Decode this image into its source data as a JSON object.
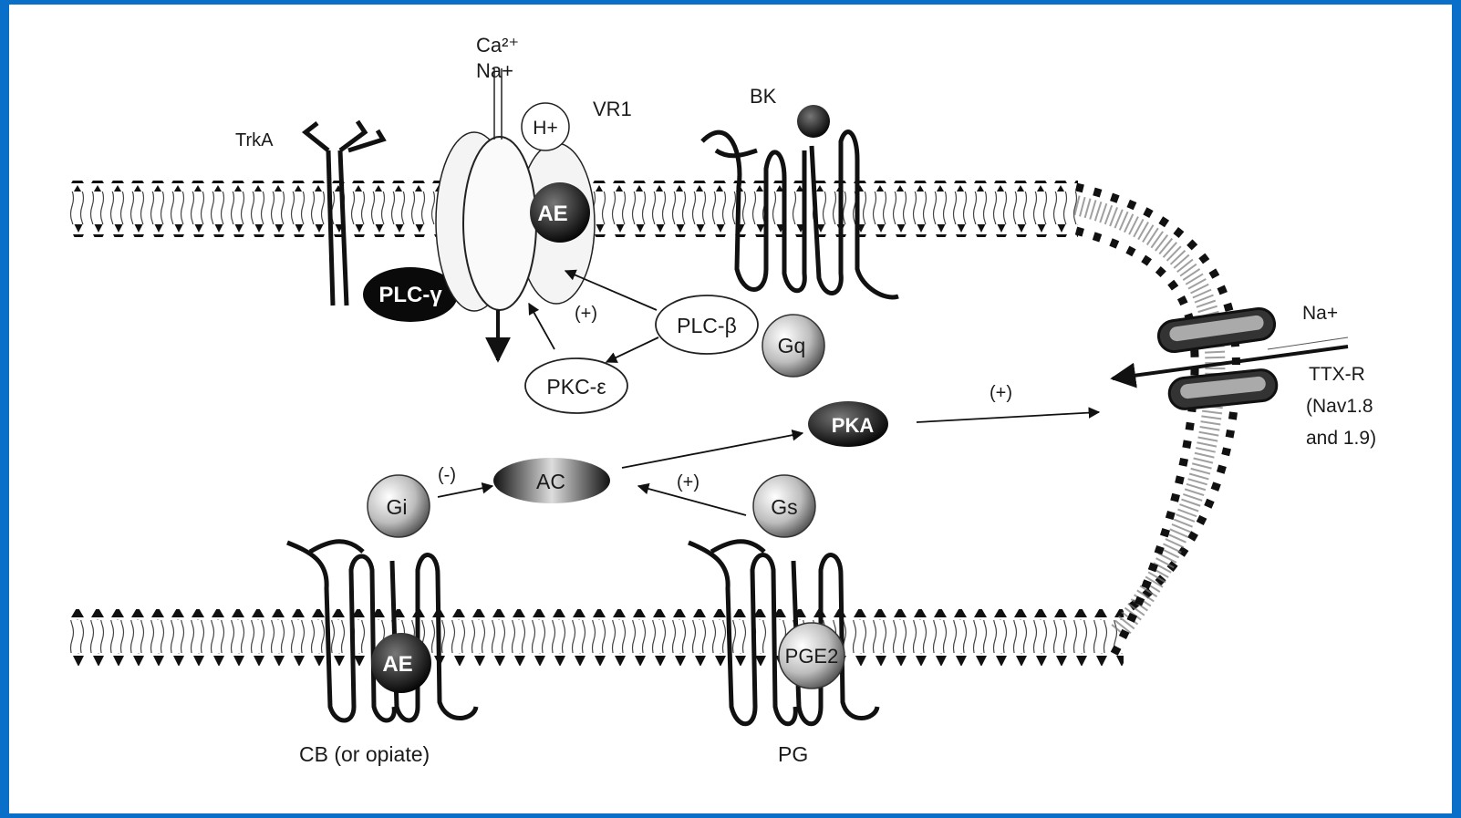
{
  "colors": {
    "frame": "#0a6fc8",
    "background": "#ffffff",
    "ink": "#111111"
  },
  "labels": {
    "ca": "Ca²⁺",
    "na_top": "Na+",
    "vr1": "VR1",
    "h": "H+",
    "trka": "TrkA",
    "bk": "BK",
    "ae_top": "AE",
    "plc_gamma": "PLC-γ",
    "plus1": "(+)",
    "plc_beta": "PLC-β",
    "gq": "Gq",
    "pkc": "PKC-ε",
    "na_right": "Na+",
    "ttxr": "TTX-R",
    "nav1": "(Nav1.8",
    "nav2": "and 1.9)",
    "pka": "PKA",
    "plus2": "(+)",
    "minus": "(-)",
    "ac": "AC",
    "plus3": "(+)",
    "gi": "Gi",
    "gs": "Gs",
    "ae_bottom": "AE",
    "pge2": "PGE2",
    "cb": "CB (or opiate)",
    "pg": "PG"
  }
}
